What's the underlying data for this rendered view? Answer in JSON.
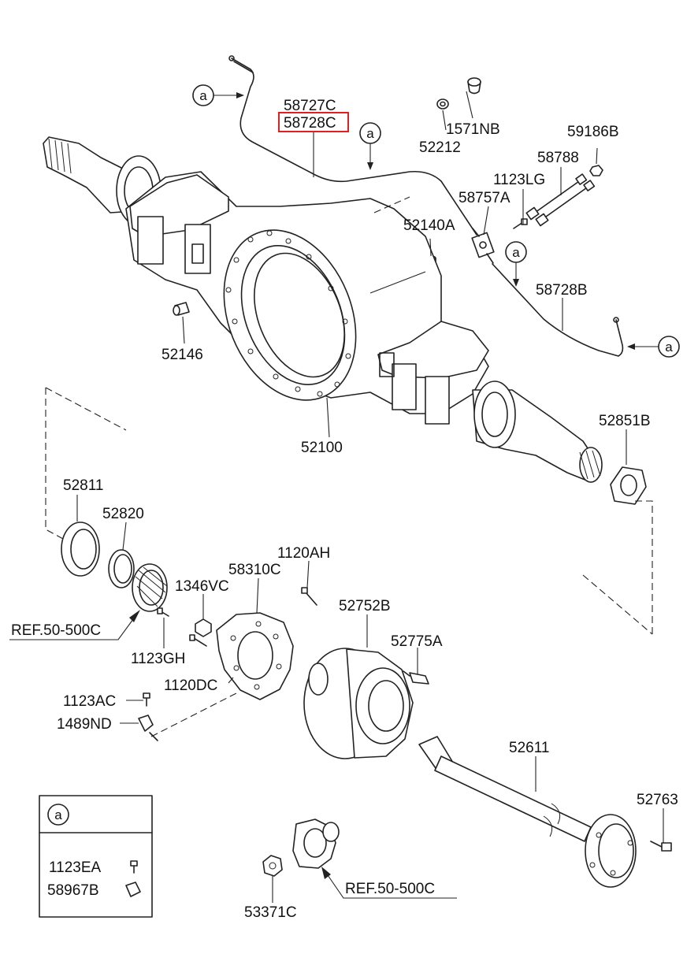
{
  "diagram": {
    "part_labels": {
      "p58727C": "58727C",
      "p58728C": "58728C",
      "p1571NB": "1571NB",
      "p52212": "52212",
      "p59186B": "59186B",
      "p58788": "58788",
      "p1123LG": "1123LG",
      "p58757A": "58757A",
      "p52140A": "52140A",
      "p58728B": "58728B",
      "p52146": "52146",
      "p52100": "52100",
      "p52851B": "52851B",
      "p52811": "52811",
      "p52820": "52820",
      "p1120AH": "1120AH",
      "p58310C": "58310C",
      "p1346VC": "1346VC",
      "p52752B": "52752B",
      "p52775A": "52775A",
      "p1123GH": "1123GH",
      "p1120DC": "1120DC",
      "p1123AC": "1123AC",
      "p1489ND": "1489ND",
      "p52611": "52611",
      "p52763": "52763",
      "p1123EA": "1123EA",
      "p58967B": "58967B",
      "p53371C": "53371C"
    },
    "ref_labels": {
      "ref1": "REF.50-500C",
      "ref2": "REF.50-500C"
    },
    "callout_letter": "a",
    "highlighted_part": "58728C",
    "colors": {
      "line": "#222222",
      "highlight": "#e02020"
    }
  }
}
